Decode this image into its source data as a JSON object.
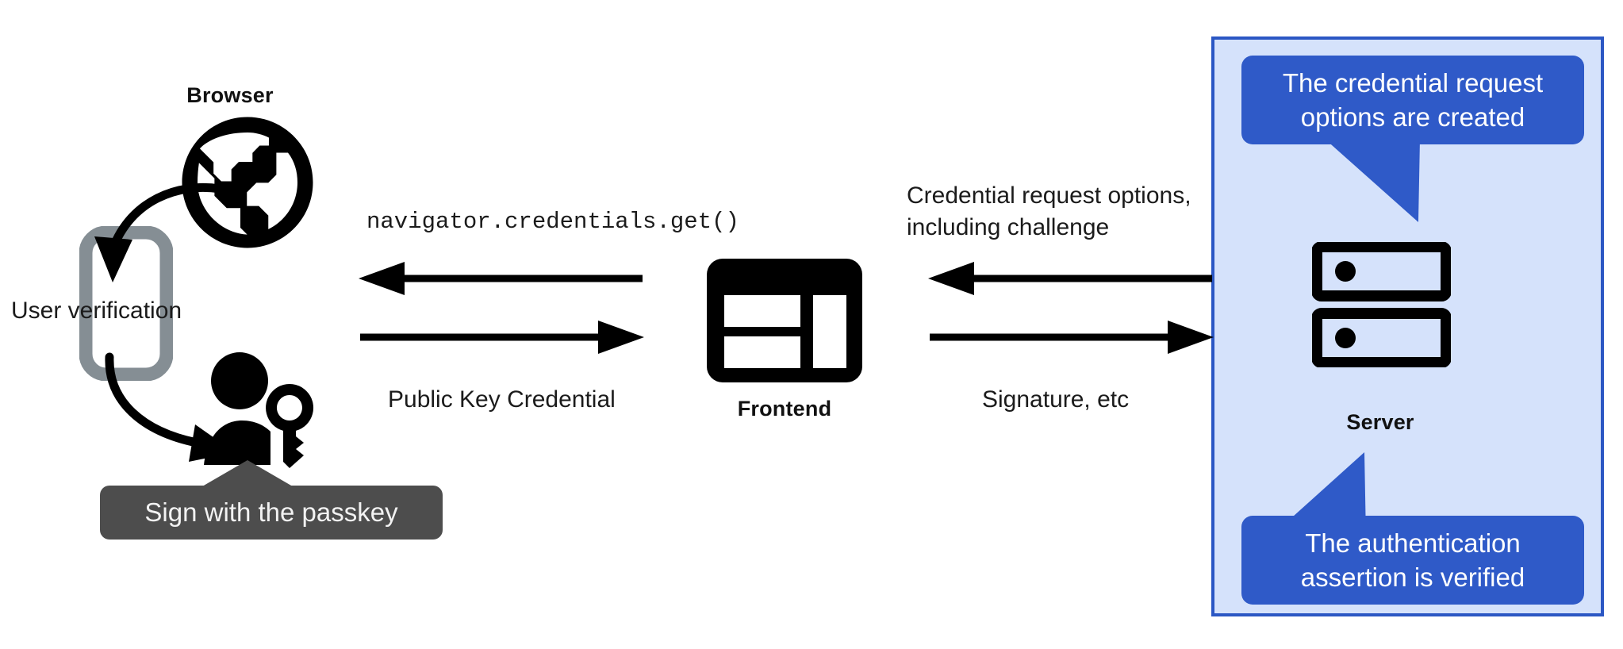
{
  "diagram": {
    "title": "WebAuthn passkey authentication flow",
    "colors": {
      "panel_fill": "#d5e2fb",
      "panel_border": "#2b57c4",
      "callout_blue": "#2f5ac8",
      "tooltip_gray": "#4d4d4d",
      "icon_black": "#000000",
      "phone_gray": "#858e94"
    }
  },
  "nodes": {
    "browser": {
      "label": "Browser",
      "icon": "globe-icon"
    },
    "phone": {
      "icon": "mobile-phone-icon"
    },
    "user": {
      "icon": "person-with-key-icon"
    },
    "frontend": {
      "label": "Frontend",
      "icon": "webpage-layout-icon"
    },
    "server": {
      "label": "Server",
      "icon": "server-racks-icon"
    }
  },
  "annotations": {
    "user_verification": "User verification",
    "sign_with_passkey": "Sign with the passkey"
  },
  "flows": {
    "left": {
      "top_label": "navigator.credentials.get()",
      "top_direction": "left",
      "bottom_label": "Public Key Credential",
      "bottom_direction": "right"
    },
    "right": {
      "top_label": "Credential request options,\nincluding challenge",
      "top_direction": "left",
      "bottom_label": "Signature, etc",
      "bottom_direction": "right"
    }
  },
  "callouts": {
    "top": "The credential request\noptions are created",
    "bottom": "The authentication\nassertion is verified"
  }
}
